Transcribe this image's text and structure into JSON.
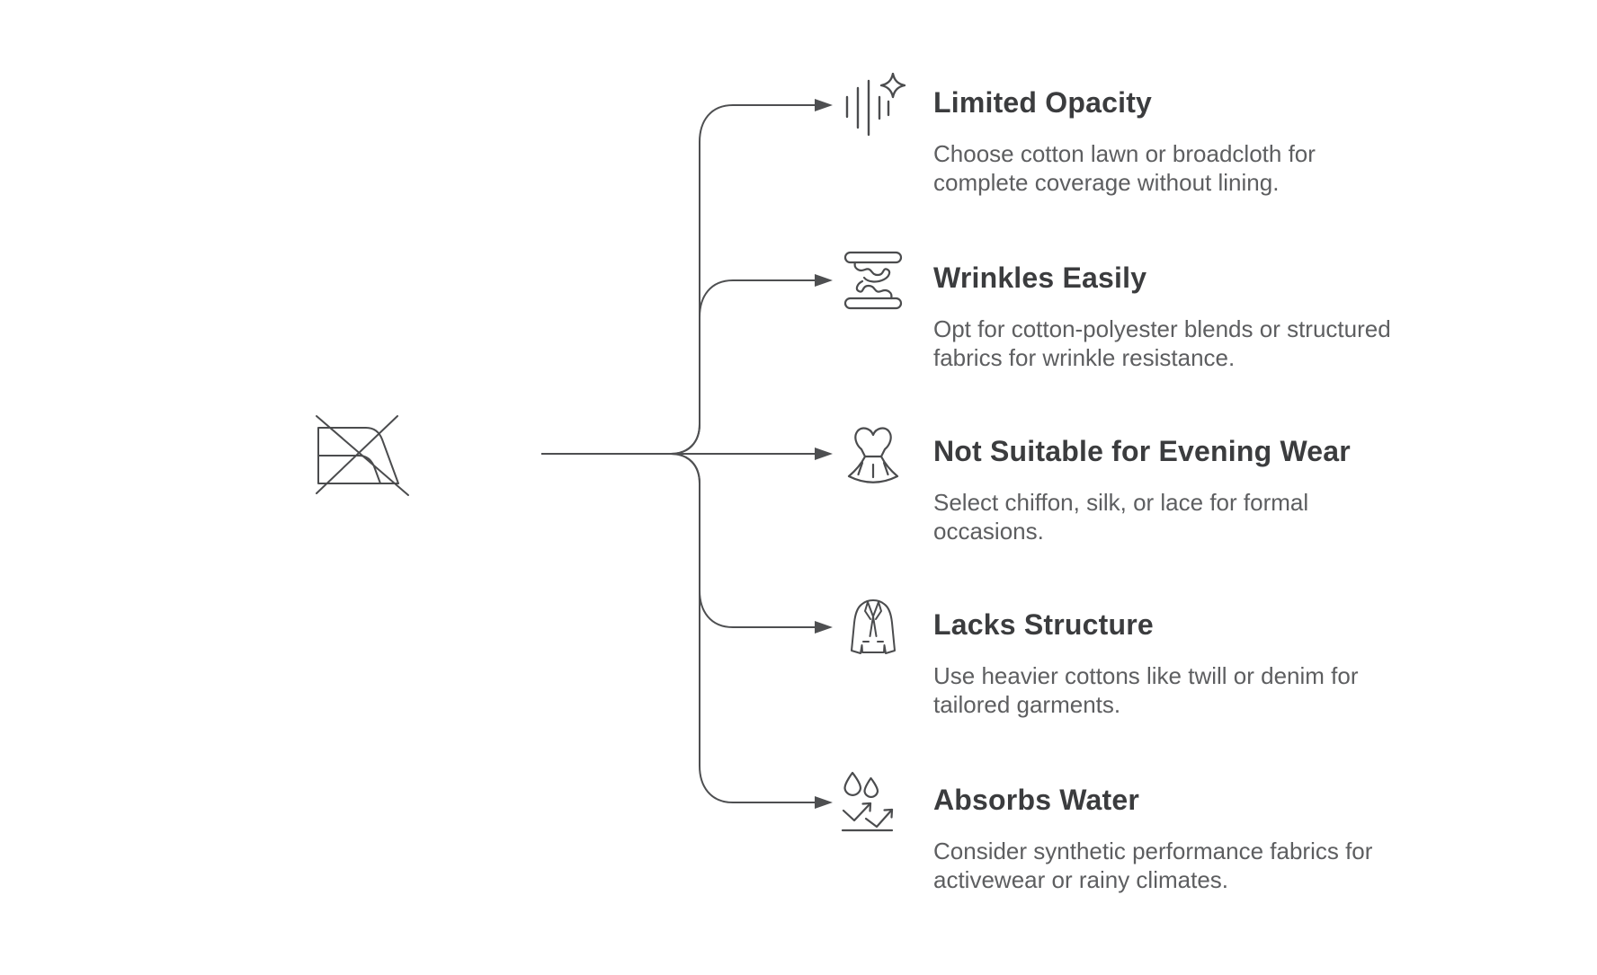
{
  "center": {
    "icon": "crossed-fabric-icon"
  },
  "items": [
    {
      "icon": "sheer-fabric-sparkle-icon",
      "title": "Limited Opacity",
      "description": "Choose cotton lawn or broadcloth for complete coverage without lining."
    },
    {
      "icon": "wrinkled-fabric-icon",
      "title": "Wrinkles Easily",
      "description": "Opt for cotton-polyester blends or structured fabrics for wrinkle resistance."
    },
    {
      "icon": "evening-dress-icon",
      "title": "Not Suitable for Evening Wear",
      "description": "Select chiffon, silk, or lace for formal occasions."
    },
    {
      "icon": "blazer-icon",
      "title": "Lacks Structure",
      "description": "Use heavier cottons like twill or denim for tailored garments."
    },
    {
      "icon": "water-droplets-icon",
      "title": "Absorbs Water",
      "description": "Consider synthetic performance fabrics for activewear or rainy climates."
    }
  ],
  "colors": {
    "line": "#4e4f51",
    "heading": "#3b3c3e",
    "body": "#5d5e60",
    "icon_stroke": "#4b4c4e",
    "background": "#ffffff"
  }
}
